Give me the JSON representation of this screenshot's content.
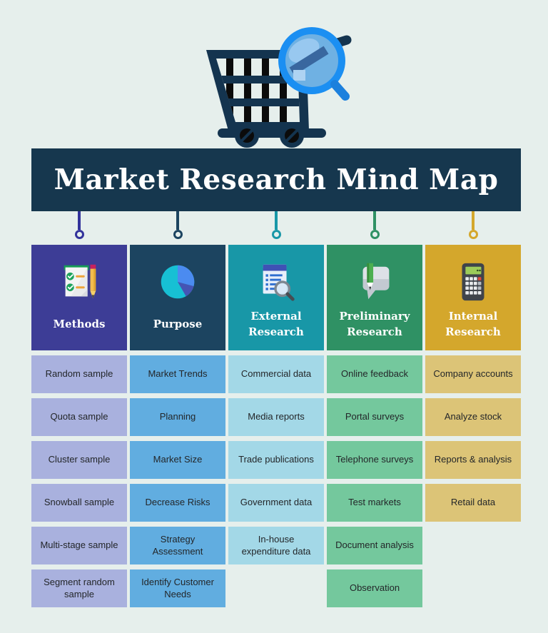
{
  "page": {
    "background": "#e6efec"
  },
  "hero": {
    "cart_icon": "shopping-cart-magnifier-icon"
  },
  "banner": {
    "title": "Market Research Mind Map",
    "bg": "#16374e",
    "text_color": "#ffffff"
  },
  "columns": [
    {
      "id": "methods",
      "label": "Methods",
      "icon": "checklist-pencil-icon",
      "header_bg": "#3d3d96",
      "item_bg": "#a9b1de",
      "connector": "#33339b",
      "items": [
        "Random sample",
        "Quota sample",
        "Cluster sample",
        "Snowball sample",
        "Multi-stage sample",
        "Segment random sample"
      ]
    },
    {
      "id": "purpose",
      "label": "Purpose",
      "icon": "pie-chart-icon",
      "header_bg": "#1c4460",
      "item_bg": "#61ade0",
      "connector": "#1c4460",
      "items": [
        "Market Trends",
        "Planning",
        "Market Size",
        "Decrease Risks",
        "Strategy Assessment",
        "Identify Customer Needs"
      ]
    },
    {
      "id": "external-research",
      "label": "External Research",
      "icon": "document-magnifier-icon",
      "header_bg": "#1897a7",
      "item_bg": "#a3d8e7",
      "connector": "#1897a7",
      "items": [
        "Commercial data",
        "Media reports",
        "Trade publications",
        "Government data",
        "In-house expenditure data"
      ]
    },
    {
      "id": "preliminary-research",
      "label": "Preliminary Research",
      "icon": "speech-bubble-pencil-icon",
      "header_bg": "#2f9164",
      "item_bg": "#74c89d",
      "connector": "#2f9164",
      "items": [
        "Online feedback",
        "Portal surveys",
        "Telephone surveys",
        "Test markets",
        "Document analysis",
        "Observation"
      ]
    },
    {
      "id": "internal-research",
      "label": "Internal Research",
      "icon": "calculator-icon",
      "header_bg": "#d4a72c",
      "item_bg": "#dcc477",
      "connector": "#d4a72c",
      "items": [
        "Company accounts",
        "Analyze stock",
        "Reports & analysis",
        "Retail data"
      ]
    }
  ]
}
